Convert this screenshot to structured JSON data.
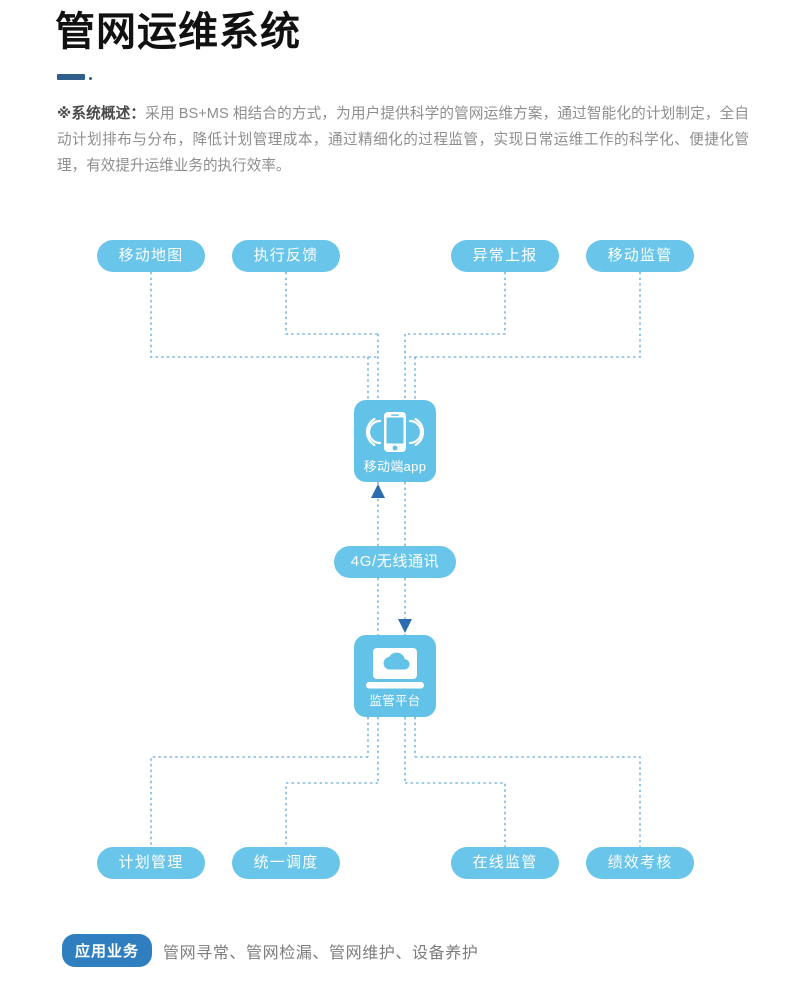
{
  "header": {
    "title": "管网运维系统",
    "divider_color": "#2f5f8a",
    "overview_lead": "※系统概述：",
    "overview_body": "采用 BS+MS  相结合的方式，为用户提供科学的管网运维方案，通过智能化的计划制定，全自动计划排布与分布，降低计划管理成本，通过精细化的过程监管，实现日常运维工作的科学化、便捷化管理，有效提升运维业务的执行效率。"
  },
  "colors": {
    "pill": "#69c5e9",
    "node": "#63c2e8",
    "connector": "#7ab8de",
    "arrow": "#2b6cb0",
    "badge": "#2f7fc0",
    "title": "#111111",
    "body_text": "#8e8e8e"
  },
  "diagram": {
    "type": "flow",
    "top_nodes": [
      {
        "id": "mobile-map",
        "label": "移动地图"
      },
      {
        "id": "execution-feedback",
        "label": "执行反馈"
      },
      {
        "id": "exception-report",
        "label": "异常上报"
      },
      {
        "id": "mobile-supervision",
        "label": "移动监管"
      }
    ],
    "center_nodes": [
      {
        "id": "mobile-app",
        "label": "移动端app",
        "icon": "smartphone-signal-icon"
      },
      {
        "id": "supervision-platform",
        "label": "监管平台",
        "icon": "laptop-cloud-icon"
      }
    ],
    "link_label": "4G/无线通讯",
    "bottom_nodes": [
      {
        "id": "plan-management",
        "label": "计划管理"
      },
      {
        "id": "unified-dispatch",
        "label": "统一调度"
      },
      {
        "id": "online-supervision",
        "label": "在线监管"
      },
      {
        "id": "performance-review",
        "label": "绩效考核"
      }
    ]
  },
  "footer": {
    "badge": "应用业务",
    "text": "管网寻常、管网检漏、管网维护、设备养护"
  }
}
